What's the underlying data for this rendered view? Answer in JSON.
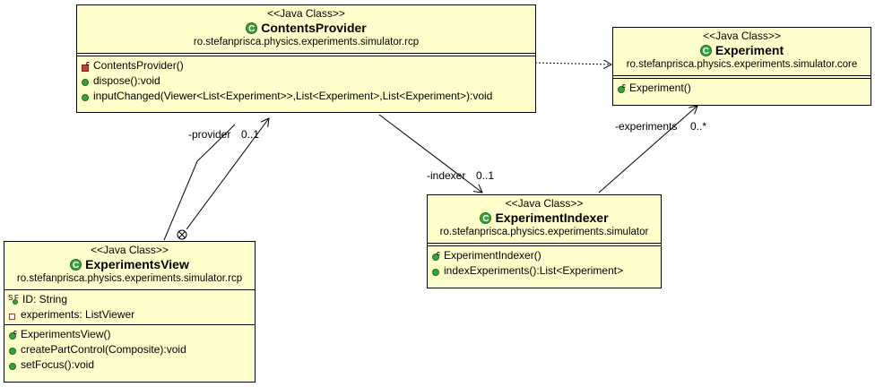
{
  "classes": {
    "contents_provider": {
      "stereotype": "<<Java Class>>",
      "name": "ContentsProvider",
      "package": "ro.stefanprisca.physics.experiments.simulator.rcp",
      "methods": [
        "ContentsProvider()",
        "dispose():void",
        "inputChanged(Viewer<List<Experiment>>,List<Experiment>,List<Experiment>):void"
      ]
    },
    "experiment": {
      "stereotype": "<<Java Class>>",
      "name": "Experiment",
      "package": "ro.stefanprisca.physics.experiments.simulator.core",
      "methods": [
        "Experiment()"
      ]
    },
    "experiment_indexer": {
      "stereotype": "<<Java Class>>",
      "name": "ExperimentIndexer",
      "package": "ro.stefanprisca.physics.experiments.simulator",
      "methods": [
        "ExperimentIndexer()",
        "indexExperiments():List<Experiment>"
      ]
    },
    "experiments_view": {
      "stereotype": "<<Java Class>>",
      "name": "ExperimentsView",
      "package": "ro.stefanprisca.physics.experiments.simulator.rcp",
      "fields": [
        "ID: String",
        "experiments: ListViewer"
      ],
      "methods": [
        "ExperimentsView()",
        "createPartControl(Composite):void",
        "setFocus():void"
      ]
    }
  },
  "associations": {
    "provider": {
      "role": "-provider",
      "multiplicity": "0..1"
    },
    "indexer": {
      "role": "-indexer",
      "multiplicity": "0..1"
    },
    "experiments": {
      "role": "-experiments",
      "multiplicity": "0..*"
    }
  },
  "class_icon_letter": "C",
  "colors": {
    "class_fill": "#ffffcc",
    "public": "#3aa23a",
    "private": "#c03030"
  }
}
